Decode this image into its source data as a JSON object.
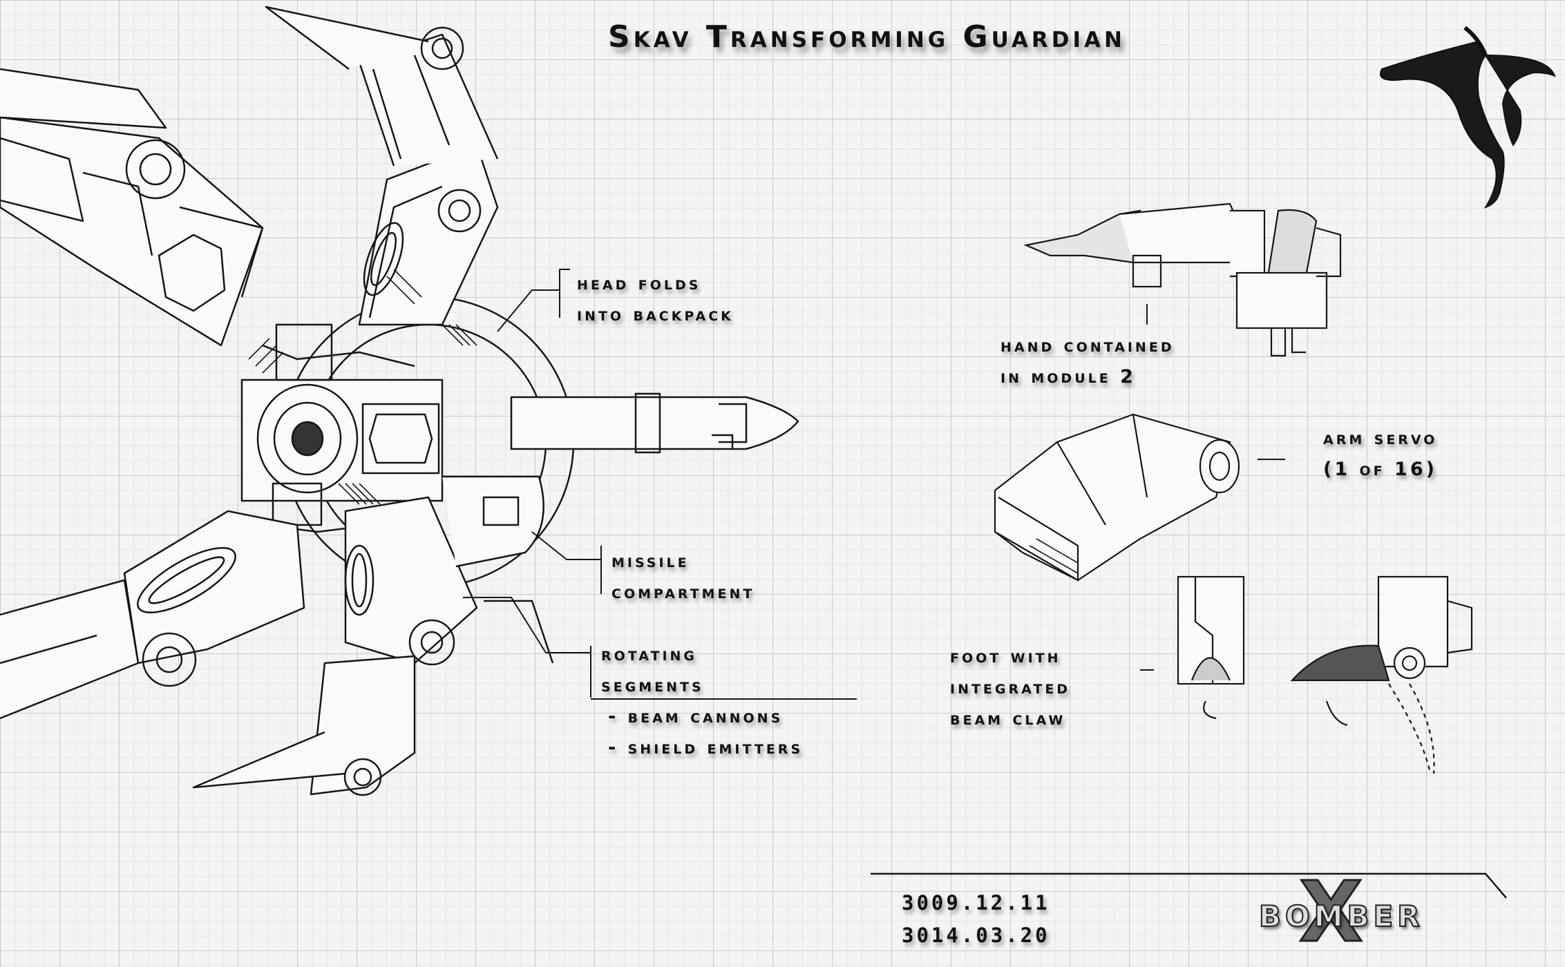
{
  "title": "Skav Transforming Guardian",
  "labels": {
    "head_folds": [
      "Head folds",
      "into backpack"
    ],
    "missile": [
      "Missile",
      "compartment"
    ],
    "rotating": [
      "Rotating",
      "Segments"
    ],
    "rotating_items": [
      "- Beam cannons",
      "- Shield emitters"
    ],
    "hand": [
      "Hand contained",
      "in module 2"
    ],
    "arm_servo": [
      "Arm servo",
      "(1 of 16)"
    ],
    "foot": [
      "Foot with",
      "integrated",
      "beam claw"
    ]
  },
  "dates": [
    "3009.12.11",
    "3014.03.20"
  ],
  "logo": {
    "text": "BOMBER",
    "mark": "X"
  },
  "icons": [
    "tribal-heart-emblem-icon"
  ]
}
